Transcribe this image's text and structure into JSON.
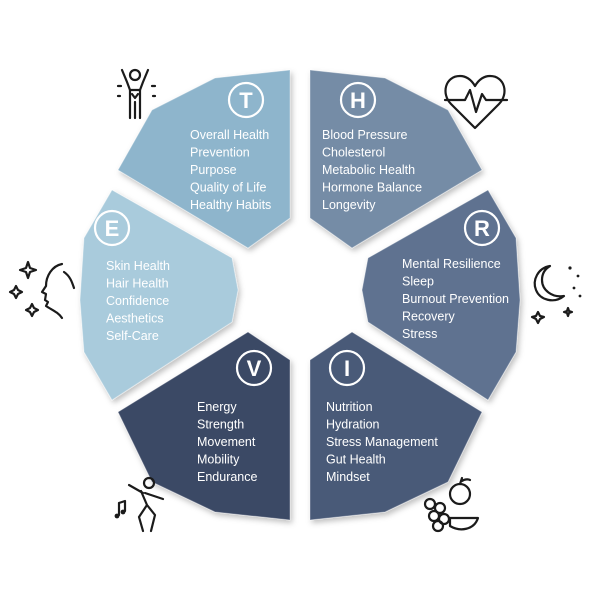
{
  "segments": [
    {
      "letter": "T",
      "color": "#8eb5cc",
      "items": [
        "Overall Health",
        "Prevention",
        "Purpose",
        "Quality of Life",
        "Healthy Habits"
      ]
    },
    {
      "letter": "H",
      "color": "#758ca6",
      "items": [
        "Blood Pressure",
        "Cholesterol",
        "Metabolic Health",
        "Hormone Balance",
        "Longevity"
      ]
    },
    {
      "letter": "R",
      "color": "#5e7290",
      "items": [
        "Mental Resilience",
        "Sleep",
        "Burnout Prevention",
        "Recovery",
        "Stress"
      ]
    },
    {
      "letter": "I",
      "color": "#4a5a78",
      "items": [
        "Nutrition",
        "Hydration",
        "Stress Management",
        "Gut Health",
        "Mindset"
      ]
    },
    {
      "letter": "V",
      "color": "#3b4865",
      "items": [
        "Energy",
        "Strength",
        "Movement",
        "Mobility",
        "Endurance"
      ]
    },
    {
      "letter": "E",
      "color": "#a9cbdc",
      "items": [
        "Skin Health",
        "Hair Health",
        "Confidence",
        "Aesthetics",
        "Self-Care"
      ]
    }
  ],
  "icons": [
    "celebrating-person-icon",
    "heartbeat-icon",
    "moon-stars-icon",
    "fruit-icon",
    "dancing-person-icon",
    "face-sparkles-icon"
  ]
}
